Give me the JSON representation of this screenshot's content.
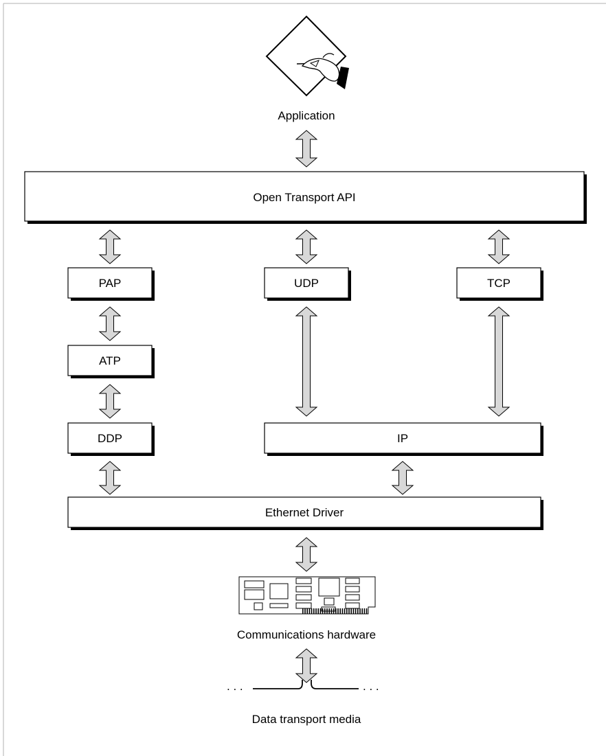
{
  "application_label": "Application",
  "api_label": "Open Transport API",
  "protocols": {
    "pap": "PAP",
    "udp": "UDP",
    "tcp": "TCP",
    "atp": "ATP",
    "ddp": "DDP",
    "ip": "IP"
  },
  "driver_label": "Ethernet Driver",
  "hardware_label": "Communications hardware",
  "media_label": "Data transport media",
  "media_dots_left": ". . .",
  "media_dots_right": ". . .",
  "icons": {
    "application": "hand-writing-diamond-icon",
    "hardware": "network-card-icon"
  },
  "colors": {
    "arrow_fill": "#d8d8d8",
    "box_stroke": "#000000",
    "frame": "#b0b0b0"
  }
}
